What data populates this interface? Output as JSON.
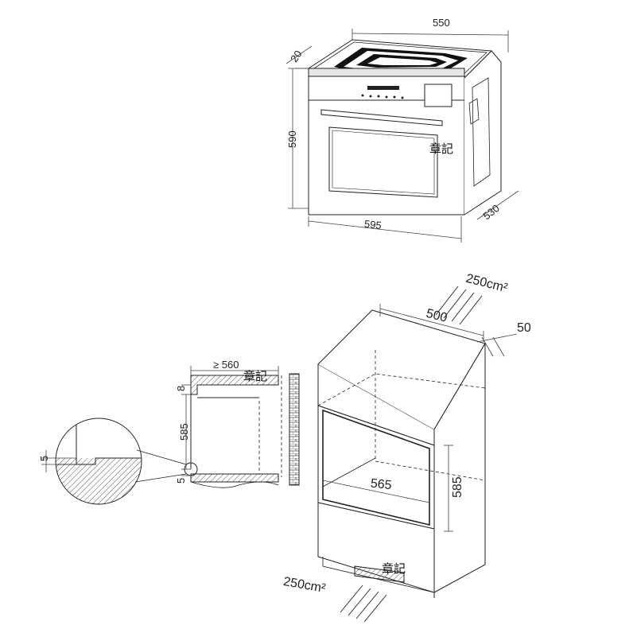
{
  "oven": {
    "width_top": "550",
    "front_thickness": "20",
    "height": "590",
    "width_front": "595",
    "depth": "530"
  },
  "cabinet": {
    "vent_top": "250cm²",
    "vent_bottom": "250cm²",
    "depth": "500",
    "rear_gap": "50",
    "niche_width": "565",
    "niche_height": "585"
  },
  "section": {
    "min_width": "≥ 560",
    "top_thickness": "8",
    "niche_height": "585",
    "bottom_gap": "5",
    "detail_gap": "5"
  },
  "watermarks": [
    "章記",
    "章記",
    "章記"
  ]
}
